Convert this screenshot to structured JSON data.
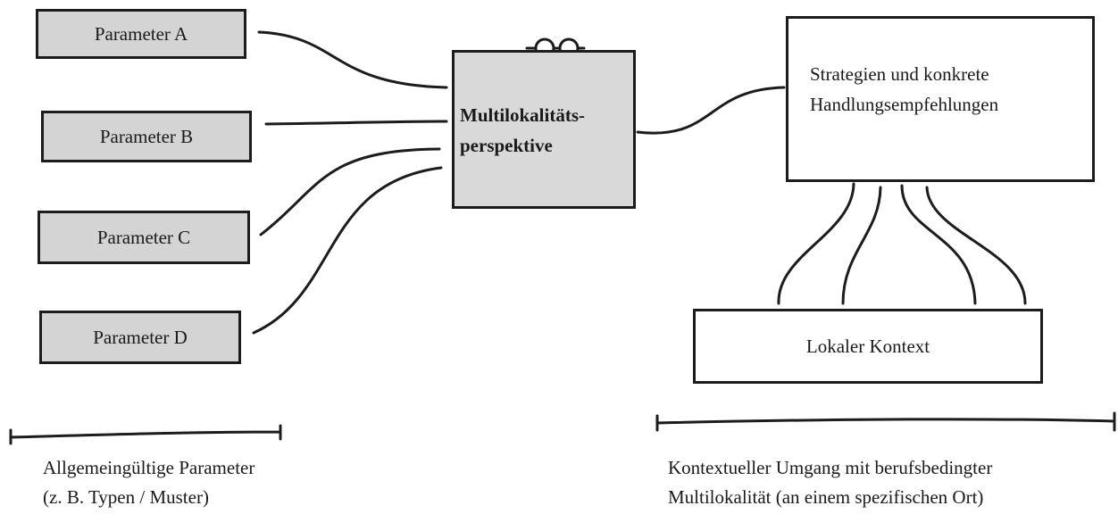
{
  "parameters": [
    {
      "label": "Parameter A"
    },
    {
      "label": "Parameter B"
    },
    {
      "label": "Parameter C"
    },
    {
      "label": "Parameter D"
    }
  ],
  "center": {
    "line1": "Multilokalitäts-",
    "line2": "perspektive",
    "icon": "glasses-icon"
  },
  "strategy": {
    "line1": "Strategien und konkrete",
    "line2": "Handlungsempfehlungen"
  },
  "local_context": {
    "label": "Lokaler Kontext"
  },
  "caption_left": {
    "line1": "Allgemeingültige Parameter",
    "line2": "(z. B. Typen / Muster)"
  },
  "caption_right": {
    "line1": "Kontextueller Umgang mit berufsbedingter",
    "line2": "Multilokalität (an einem spezifischen Ort)"
  },
  "colors": {
    "box_fill": "#d4d4d4",
    "stroke": "#1c1c1c"
  }
}
